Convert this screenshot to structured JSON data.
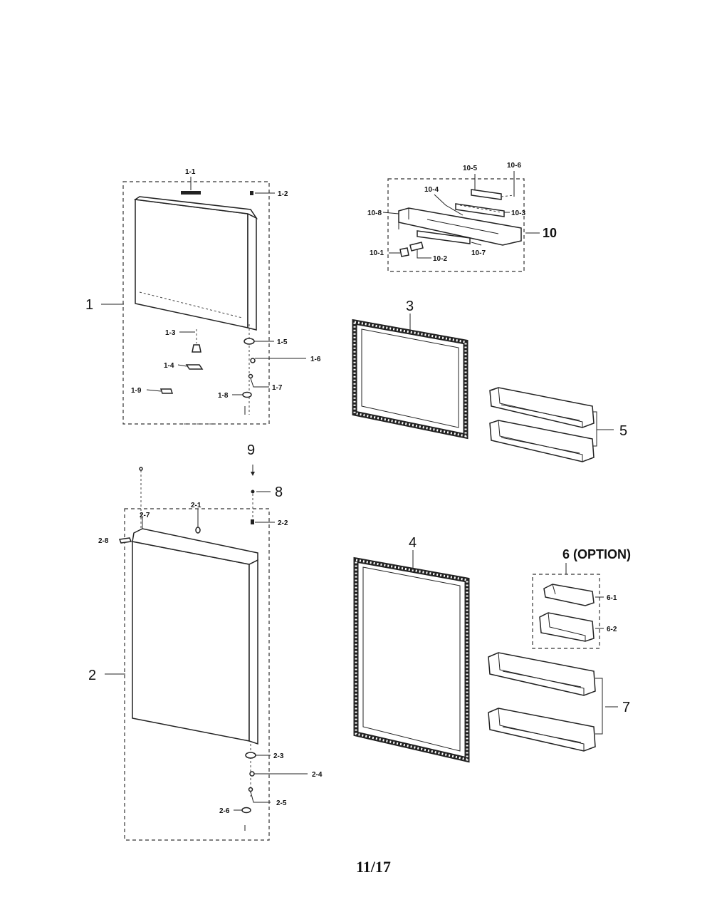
{
  "page_number": "11/17",
  "labels": {
    "p1": "1",
    "p1_1": "1-1",
    "p1_2": "1-2",
    "p1_3": "1-3",
    "p1_4": "1-4",
    "p1_5": "1-5",
    "p1_6": "1-6",
    "p1_7": "1-7",
    "p1_8": "1-8",
    "p1_9": "1-9",
    "p2": "2",
    "p2_1": "2-1",
    "p2_2": "2-2",
    "p2_3": "2-3",
    "p2_4": "2-4",
    "p2_5": "2-5",
    "p2_6": "2-6",
    "p2_7": "2-7",
    "p2_8": "2-8",
    "p3": "3",
    "p4": "4",
    "p5": "5",
    "p6": "6 (OPTION)",
    "p6_1": "6-1",
    "p6_2": "6-2",
    "p7": "7",
    "p8": "8",
    "p9": "9",
    "p10": "10",
    "p10_1": "10-1",
    "p10_2": "10-2",
    "p10_3": "10-3",
    "p10_4": "10-4",
    "p10_5": "10-5",
    "p10_6": "10-6",
    "p10_7": "10-7",
    "p10_8": "10-8"
  }
}
